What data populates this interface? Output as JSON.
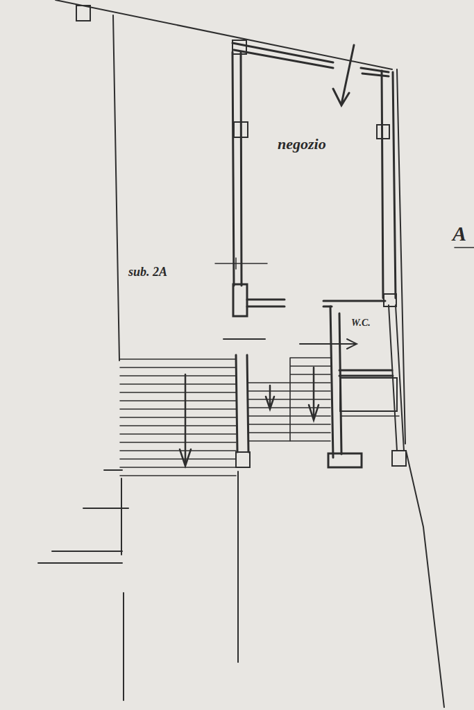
{
  "diagram": {
    "nodes": [
      {
        "text": [
          "negozio"
        ]
      },
      {
        "text": [
          "W.C."
        ]
      }
    ],
    "labels": [
      "sub. 2A",
      "A"
    ]
  }
}
